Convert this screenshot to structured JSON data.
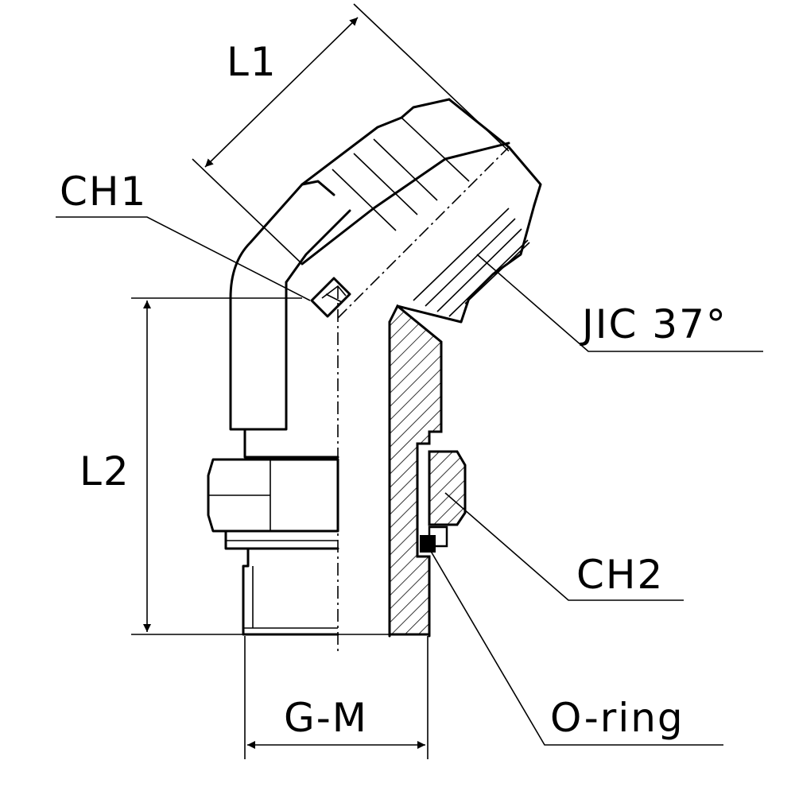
{
  "labels": {
    "l1": "L1",
    "ch1": "CH1",
    "jic": "JIC  37°",
    "l2": "L2",
    "ch2": "CH2",
    "gm": "G-M",
    "oring": "O-ring"
  },
  "colors": {
    "line": "#000000",
    "background": "#ffffff"
  }
}
